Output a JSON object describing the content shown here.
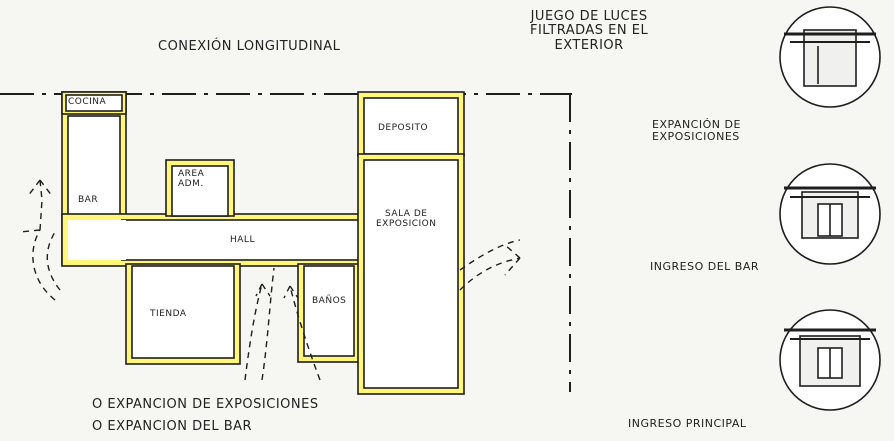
{
  "title": "CONEXIÓN LONGITUDINAL",
  "top_note": [
    "JUEGO DE LUCES",
    "FILTRADAS EN EL",
    "EXTERIOR"
  ],
  "rooms": {
    "cocina": "COCINA",
    "bar": "BAR",
    "area": [
      "AREA",
      "ADM."
    ],
    "hall": "HALL",
    "tienda": "TIENDA",
    "banos": "BAÑOS",
    "deposito": "DEPOSITO",
    "sala": [
      "SALA DE",
      "EXPOSICION"
    ]
  },
  "legend": [
    "O EXPANCION  DE EXPOSICIONES",
    "O EXPANCION  DEL BAR"
  ],
  "sketch_labels": {
    "expancion": [
      "EXPANCIÓN  DE",
      "EXPOSICIONES"
    ],
    "ingreso_bar": "INGRESO  DEL BAR",
    "ingreso_principal": "INGRESO  PRINCIPAL"
  },
  "colors": {
    "wall_fill": "#fff67a",
    "ink": "#1e1e1e",
    "paper": "#f6f6f2"
  },
  "icons": [
    "circular-view-sketch-icon",
    "bar-entrance-view-icon",
    "main-entrance-view-icon"
  ]
}
